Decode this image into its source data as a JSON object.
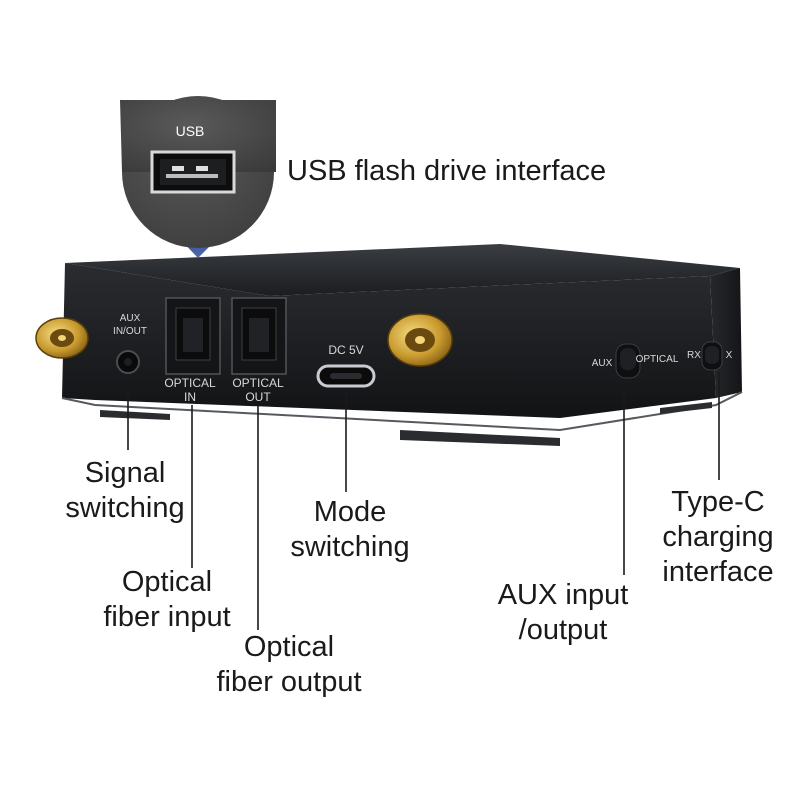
{
  "header": {
    "usb_callout": "USB flash drive interface"
  },
  "device": {
    "usb_badge": "USB",
    "port_labels": {
      "aux_line1": "AUX",
      "aux_line2": "IN/OUT",
      "optical_in_line1": "OPTICAL",
      "optical_in_line2": "IN",
      "optical_out_line1": "OPTICAL",
      "optical_out_line2": "OUT",
      "dc": "DC 5V",
      "switch1_left": "AUX",
      "switch1_right": "OPTICAL",
      "switch2_left": "RX",
      "switch2_right": "X"
    }
  },
  "callouts": {
    "signal_switching": [
      "Signal",
      "switching"
    ],
    "optical_fiber_input": [
      "Optical",
      "fiber input"
    ],
    "optical_fiber_output": [
      "Optical",
      "fiber output"
    ],
    "mode_switching": [
      "Mode",
      "switching"
    ],
    "aux_input_output": [
      "AUX input",
      "/output"
    ],
    "type_c_charging": [
      "Type-C",
      "charging",
      "interface"
    ]
  }
}
